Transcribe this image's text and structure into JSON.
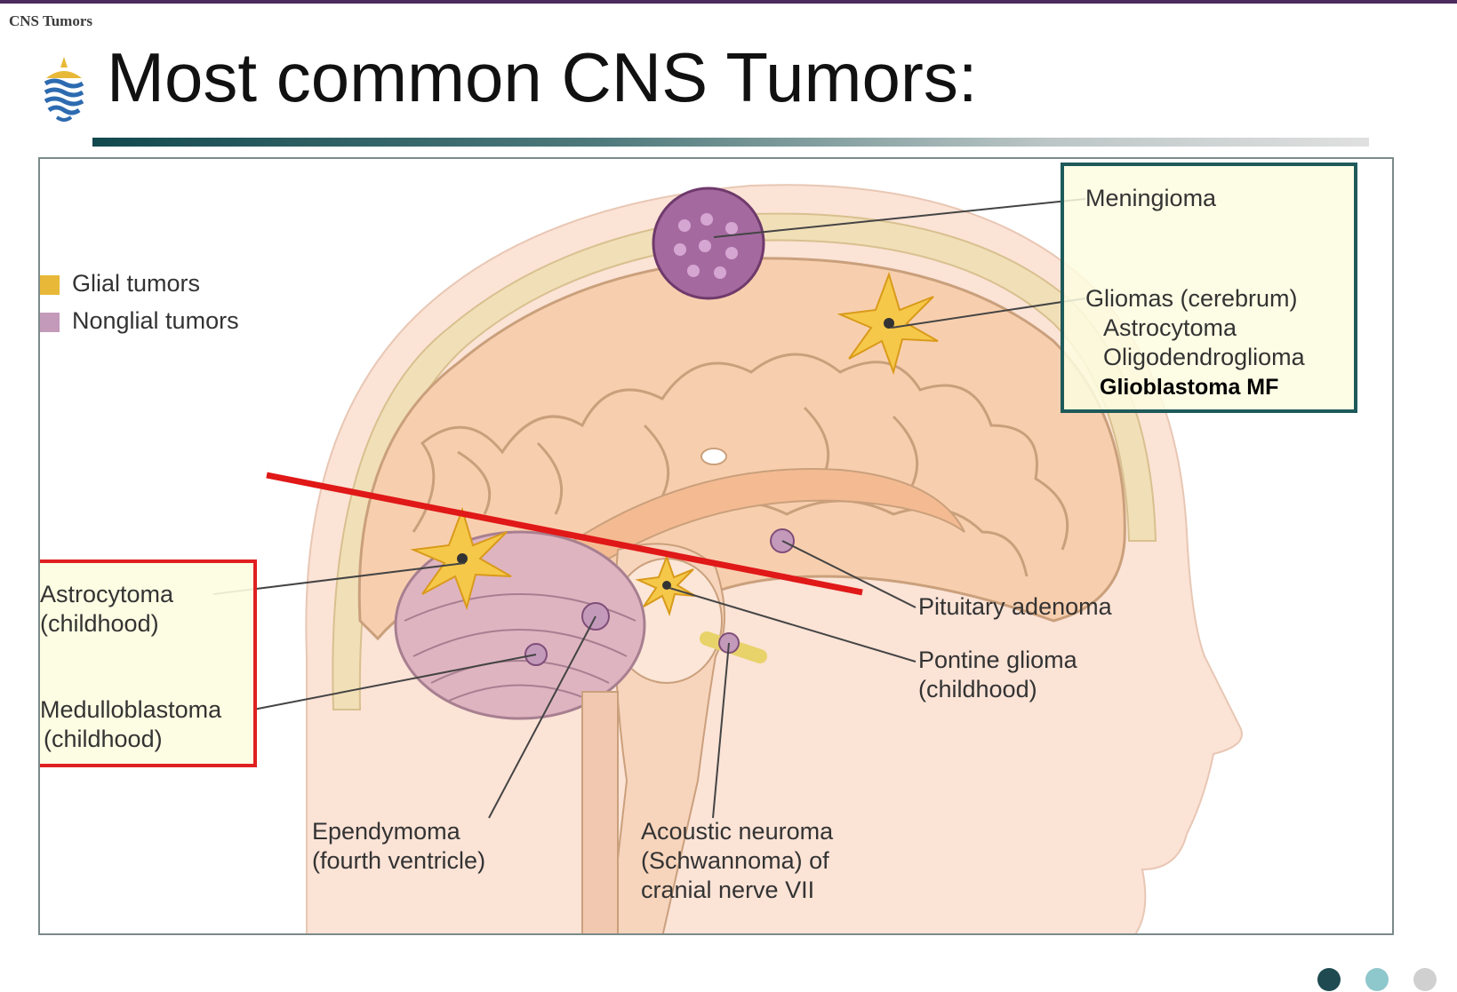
{
  "header": {
    "label": "CNS Tumors"
  },
  "title": "Most common CNS Tumors:",
  "legend": [
    {
      "label": "Glial tumors",
      "color": "#e8b838"
    },
    {
      "label": "Nonglial tumors",
      "color": "#c49abb"
    }
  ],
  "labels": {
    "meningioma": "Meningioma",
    "gliomas": "Gliomas (cerebrum)",
    "astrocytoma": "Astrocytoma",
    "oligodendroglioma": "Oligodendroglioma",
    "glioblastoma": "Glioblastoma MF",
    "astro_child_1": "Astrocytoma",
    "astro_child_2": "(childhood)",
    "medullo_1": "Medulloblastoma",
    "medullo_2": "(childhood)",
    "pituitary": "Pituitary adenoma",
    "pontine_1": "Pontine glioma",
    "pontine_2": "(childhood)",
    "ependymoma_1": "Ependymoma",
    "ependymoma_2": "(fourth ventricle)",
    "acoustic_1": "Acoustic neuroma",
    "acoustic_2": "(Schwannoma) of",
    "acoustic_3": "cranial nerve VII"
  },
  "colors": {
    "highlight_box": "#1f5a5a",
    "red_box": "#e02020",
    "red_line": "#e01818",
    "note_fill": "#fdfde0"
  },
  "nav_dots": [
    {
      "name": "nav-dot-1",
      "color": "#1f4a52"
    },
    {
      "name": "nav-dot-2",
      "color": "#8ec7cc"
    },
    {
      "name": "nav-dot-3",
      "color": "#d0d0d0"
    }
  ]
}
